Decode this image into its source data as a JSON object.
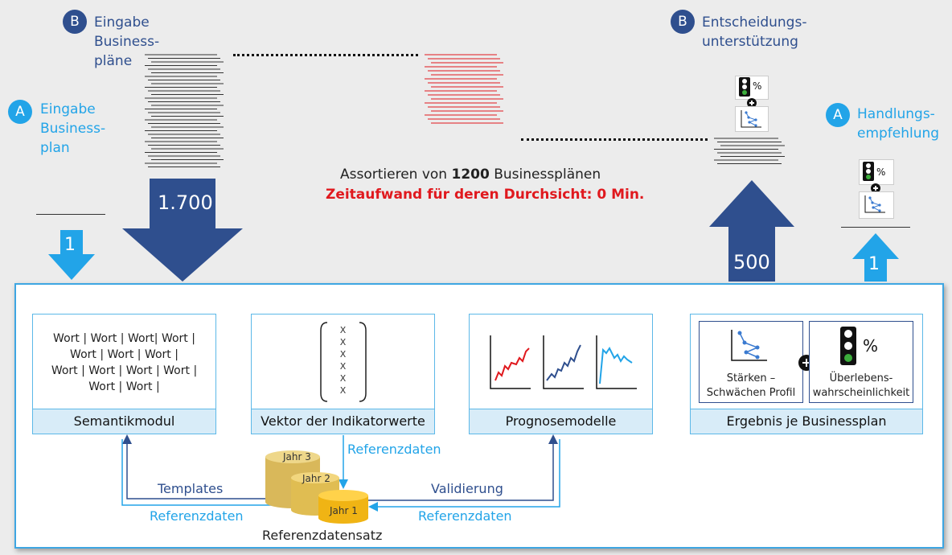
{
  "left_a": {
    "badge": "A",
    "line1": "Eingabe",
    "line2": "Business-",
    "line3": "plan",
    "count": "1"
  },
  "left_b": {
    "badge": "B",
    "line1": "Eingabe",
    "line2": "Business-",
    "line3": "pläne",
    "count": "1.700"
  },
  "center": {
    "pre": "Assortieren von ",
    "number": "1200",
    "post": " Businessplänen",
    "red": "Zeitaufwand für deren Durchsicht: 0 Min."
  },
  "right_b": {
    "badge": "B",
    "line1": "Entscheidungs-",
    "line2": "unterstützung",
    "count": "500",
    "percent": "%"
  },
  "right_a": {
    "badge": "A",
    "line1": "Handlungs-",
    "line2": "empfehlung",
    "count": "1",
    "percent": "%"
  },
  "modules": {
    "semantik": {
      "title": "Semantikmodul",
      "lines": [
        "Wort | Wort | Wort| Wort |",
        "Wort | Wort | Wort |",
        "Wort | Wort | Wort | Wort |",
        "Wort | Wort |"
      ]
    },
    "vektor": {
      "title": "Vektor der Indikatorwerte",
      "x": "X"
    },
    "prognose": {
      "title": "Prognosemodelle"
    },
    "ergebnis": {
      "title": "Ergebnis je Businessplan",
      "left1": "Stärken –",
      "left2": "Schwächen Profil",
      "right1": "Überlebens-",
      "right2": "wahrscheinlichkeit",
      "percent": "%"
    }
  },
  "flow": {
    "referenz_top": "Referenzdaten",
    "templates": "Templates",
    "referenz_left": "Referenzdaten",
    "validierung": "Validierung",
    "referenz_right": "Referenzdaten",
    "db_caption": "Referenzdatensatz",
    "jahr3": "Jahr 3",
    "jahr2": "Jahr 2",
    "jahr1": "Jahr 1"
  },
  "colors": {
    "dark_blue": "#2f4f8e",
    "light_blue": "#22a4e8",
    "red": "#e0191e",
    "module_border": "#5cb8e8"
  }
}
